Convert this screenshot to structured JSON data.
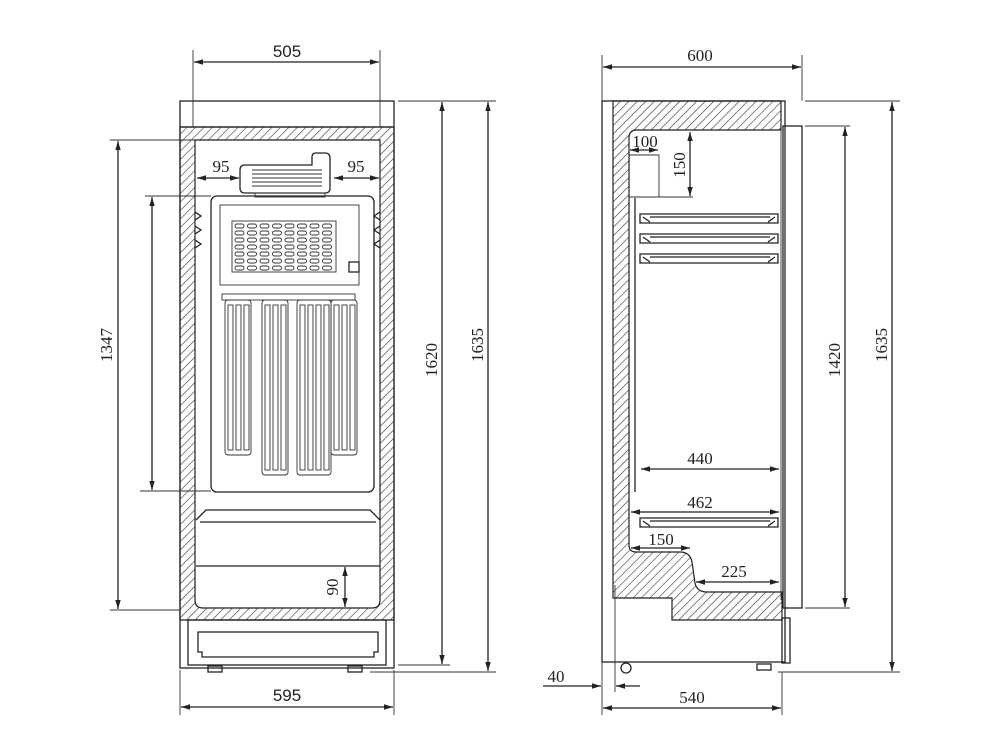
{
  "front_view": {
    "dims": {
      "top_width": "505",
      "fan_left_gap": "95",
      "fan_right_gap": "95",
      "interior_height": "1347",
      "cabinet_height": "1620",
      "total_height": "1635",
      "bottom_width": "595",
      "drawer_height": "90"
    }
  },
  "side_view": {
    "dims": {
      "top_depth": "600",
      "fan_depth": "100",
      "fan_height": "150",
      "door_height": "1420",
      "total_height": "1635",
      "shelf_depth": "440",
      "bottom_shelf_depth": "462",
      "step_depth": "150",
      "floor_depth": "225",
      "wheel_offset": "40",
      "base_depth": "540"
    }
  }
}
